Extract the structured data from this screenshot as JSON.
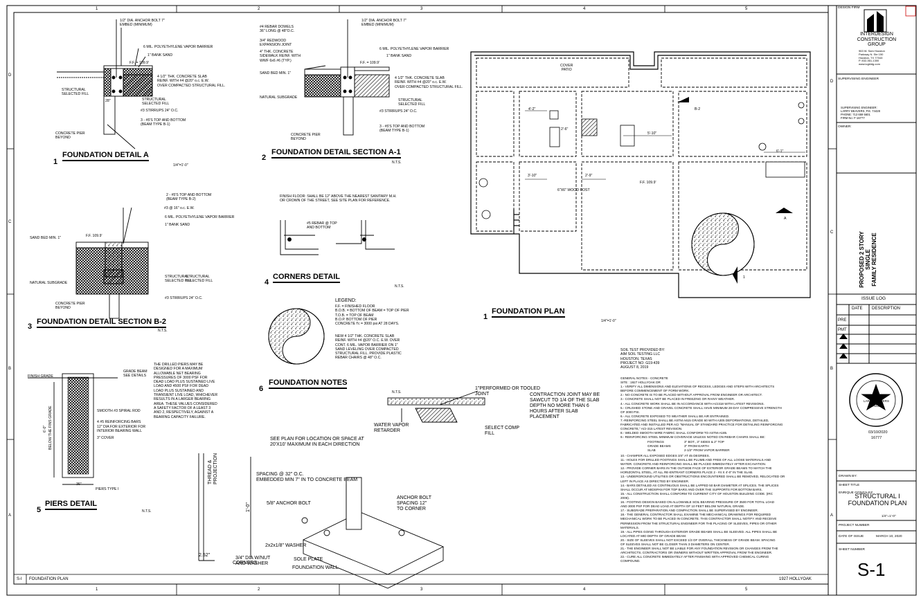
{
  "grid": {
    "columns": [
      "1",
      "2",
      "3",
      "4",
      "5"
    ],
    "rows": [
      "D",
      "C",
      "B",
      "A"
    ]
  },
  "details": {
    "d1": {
      "num": "1",
      "title": "FOUNDATION DETAIL A",
      "scale": "1/4\"=1'-0\"",
      "notes": {
        "bolt": "1/2\" DIA. ANCHOR BOLT 7\"\nEMBED (MINIMUM)",
        "vapor": "6 MIL. POLYETHYLENE VAPOR BARRIER",
        "sand": "1\" BANK SAND",
        "ff": "F.F. = 109.9'",
        "slab": "4 1/2\" THK. CONCRETE SLAB\nREINF. WITH #4 @20\" o.c. E.W.\nOVER COMPACTED STRUCTURAL FILL.",
        "fill": "STRUCTURAL\nSELECTED FILL",
        "fill2": "STRUCTURAL\nSELECTED FILL",
        "stir": "#3 STIRRUPS 24\" O.C.",
        "bars": "3 - #5'S TOP AND BOTTOM\n(BEAM TYPE B-1)",
        "pier": "CONCRETE PIER\nBEYOND",
        "dim": "28\""
      }
    },
    "d2": {
      "num": "2",
      "title": "FOUNDATION DETAIL SECTION A-1",
      "scale": "N.T.S.",
      "notes": {
        "dowel": "#4 REBAR DOWELS\n36\" LONG @ 48\"O.C.",
        "red": "3/4\" REDWOOD\nEXPANSION JOINT",
        "walk": "4\" THK. CONCRETE\nSIDEWALK REINF. WITH\nWWF 6x6 #6 (TYP.)",
        "sandbed": "SAND BED MIN. 1\"",
        "natural": "NATURAL SUBGRADE",
        "bolt": "1/2\" DIA. ANCHOR BOLT 7\"\nEMBED (MINIMUM)",
        "vapor": "6 MIL. POLYETHYLENE VAPOR BARRIER",
        "sand": "1\" BANK SAND",
        "ff": "F.F. = 109.9'",
        "slab": "4 1/2\" THK. CONCRETE SLAB\nREINF. WITH #4 @20\" o.c. E.W.\nOVER COMPACTED STRUCTURAL FILL.",
        "fill": "STRUCTURAL\nSELECTED FILL",
        "stir": "#3 STIRRUPS 24\" O.C.",
        "bars": "3 - #5'S TOP AND BOTTOM\n(BEAM TYPE B-1)",
        "pier": "CONCRETE PIER\nBEYOND"
      }
    },
    "d3": {
      "num": "3",
      "title": "FOUNDATION DETAIL SECTION B-2",
      "scale": "N.T.S.",
      "notes": {
        "bars": "2 - #5'S TOP AND BOTTOM\n(BEAM TYPE B-2)",
        "stirr": "#3 @ 16\" o.c. E.W.",
        "vapor": "6 MIL. POLYETHYLENE VAPOR BARRIER",
        "sand": "1\" BANK SAND",
        "sandbed": "SAND BED MIN. 1\"",
        "ff": "F.F. 109.9'",
        "natural": "NATURAL SUBGRADE",
        "fill": "STRUCTURAL\nSELECTED FILL",
        "fill2": "STRUCTURAL\nSELECTED FILL",
        "stir": "#3 STIRRUPS 24\" O.C.",
        "pier": "CONCRETE PIER\nBEYOND"
      }
    },
    "d4": {
      "num": "4",
      "title": "CORNERS DETAIL",
      "scale": "N.T.S.",
      "notes": {
        "finish": "FINISH FLOOR: SHALL BE 12\" ABOVE THE NEAREST SANITARY M.H.\nOR CROWN OF THE STREET, SEE SITE PLAN FOR REFERENCE.",
        "rebar": "#5 REBAR @ TOP\nAND BOTTOM"
      }
    },
    "d5": {
      "num": "5",
      "title": "PIERS DETAIL",
      "scale": "N.T.S.",
      "notes": {
        "grade": "FINISH GRADE",
        "beam": "GRADE BEAM\nSEE DETAILS",
        "spiral": "SMOOTH #3 SPIRAL ROD",
        "bars": "4 #5 REINFORCING BARS",
        "dia": "12\" DIA FOR EXTERIOR FOR\nINTERIOR BEARING WALL",
        "cover": "3\" COVER",
        "below": "BELOW THE FINS GRADE",
        "dimv": "6'-0\"",
        "dim36": "36\"",
        "type": "PIERS TYPE I",
        "para": "THE DRILLED PIERS MAY BE\nDESIGNED FOR A MAXIMUM\nALLOWABLE NET BEARING\nPRESSURES OF 3000 PSF FOR\nDEAD LOAD PLUS SUSTAINED LIVE\nLOAD AND 4500 PSF FOR DEAD\nLOAD PLUS SUSTAINED AND\nTRANSIENT LIVE LOAD, WHICHEVER\nRESULTS IN A LARGER BEARING\nAREA. THESE VALUES CONSIDERED\nA SAFETY FACTOR OF A LEAST 3\nAND 2, RESPECTIVELY, AGAINST A\nBEARING CAPACITY FAILURE."
      }
    },
    "d6": {
      "num": "6",
      "title": "FOUNDATION NOTES",
      "scale": "N.T.S.",
      "notes": {
        "joint": "1\"PERFORMED OR TOOLED\nJOINT",
        "contraction": "CONTRACTION JOINT MAY BE\nSAWCUT TO 1/4 OF THE SLAB\nDEPTH NO MORE THAN 6\nHOURS AFTER SLAB\nPLACEMENT",
        "vapor": "WATER VAPOR\nRETARDER",
        "fill": "SELECT COMP\nFILL",
        "see": "SEE PLAN FOR LOCATION OR SPACE AT\n20'X10' MAXIMUM IN EACH DIRECTION"
      }
    }
  },
  "legend": {
    "title": "LEGEND:",
    "body": "F.F. = FINISHED FLOOR\nB.O.B. = BOTTOM OF BEAM = TOP OF PIER\nT.O.B. = TOP OF BEAM\nB.O.P. BOTTOM OF PIER\nCONCRETE f'c = 3000 psi AT 28 DAYS.",
    "slab": "NEW 4 1/2\" THK. CONCRETE SLAB\nREINF. WITH #4 @20\" O.C. E.W. OVER\nCONT. 6 MIL. VAPOR BARRIER ON 1\"\nSAND LEVELING OVER COMPACTED\nSTRUCTURAL FILL. PROVIDE PLASTIC\nREBAR CHAIRS @ 48\" O.C."
  },
  "anchor": {
    "spacing": "SPACING @ 32\" O.C.\nEMBEDDED MIN 7\" IN TO CONCRETE BEAM",
    "thread": "THREAD &\nPROJECTION",
    "dim": "1'-0\"",
    "dim2": "2.52\"",
    "bolt58": "5/8\" ANCHOR BOLT",
    "washer": "2x2x1/8\" WASHER",
    "dia": "3/4\" DIA W/NUT\nAND WASHER",
    "corners": "CORNERS",
    "sole": "SOLE PLATE",
    "fwall": "FOUNDATION WALL",
    "boltspace": "ANCHOR BOLT\nSPACING 12\"\nTO CORNER"
  },
  "plan": {
    "num": "1",
    "title": "FOUNDATION PLAN",
    "scale": "1/4\"=1'-0\"",
    "cover": "COVER\nPATIO",
    "ff": "F.F. 109.9'",
    "post": "6\"X6\" WOOD POST",
    "dims": [
      "4'-2\"",
      "2'-6\"",
      "5'-10\"",
      "6'-1\"",
      "3'-10\"",
      "2'-9\""
    ],
    "b2": "B-2",
    "a": "A",
    "one": "1"
  },
  "soil": "SOIL TEST PROVIDED BY:\nAIM SOIL TESTING LLC\nHOUSTON, TEXAS\nPROJECT NO: G19-439\nAUGUST 8, 2019",
  "general_notes": "GENERAL NOTES - CONCRETE\nSITE : 1927 HOLLYOAK DR\n1.- VERIFY ALL DIMENSIONS AND ELEVATIONS OF RECESS, LEDGES AND STEPS WITH ARCHITECTS\nBEFORE COMMENCEMENT OF FORM WORK.\n2.- NO CONCRETE IS TO BE PLACED WITHOUT APPROVAL FROM ENGINEER OR ARCHITECT.\n3.- CONCRETE SHALL NOT BE PLACED IN FREEZING OR RAINY WEATHER.\n4.- ALL CONCRETE WORK SHALL BE IN ACCORDANCE WITH ACI318 WITH LATEST REVISIONS.\n5.- CRUSHED STONE AND GRAVEL CONCRETE SHALL HAVE MINIMUM 28-DAY COMPRESSIVE STRENGTH\nOF 3000 PSI.\n6.- ALL CONCRETE EXPOSED TO WEATHER SHALL BE AIR ENTRAINED.\n7.-REINFORCING STEEL SHALL BE ASTM A615 GRADE 60 WITH A305 DEFORMATIONS, DETAILED,\nFABRICATED AND INSTALLED PER ACI \"MANUAL OF STANDARD PRACTICE FOR DETAILING REINFORCING\nCONCRETE,\" ACI-315 LATEST REVISION.\n8.- WELDED SMOOTH WIRE FABRIC SHALL CONFORM TO ASTM-A185.\n9.- REINFORCING STEEL MINIMUM COVERAGE UNLESS NOTED ON REBAR CHAIRS SHALL BE:",
  "coverage": {
    "labels": "FOOTINGS\nGRADE BEAMS\nSLAB",
    "values": "3\" BOT., 3\" SIDES & 2\" TOP\n3\" FROM EARTH\n2-1/2\" FROM VAPOR BARRIER"
  },
  "general_notes_2": "10.- CHAMFER ALL EXPOSED EDGES 3/4\" AT 45 DEGREES.\n11.- HOLES FOR DRILLED FOOTINGS SHALL BE PLUMB AND FREE OF ALL LOOSE MATERIALS AND\nWATER. CONCRETE AND REINFORCING SHALL BE PLACED IMMEDIATELY AFTER EXCAVATION.\n12.- PROVIDE CORNER BARS IN THE OUTSIDE FACE OF EXTERIOR GRADE BEAMS TO MATCH THE\nHORIZONTAL STEEL, AT ALL RE-ENTRANT CORNERS PLACE 2 - #4 X 4'-0\" IN THE SLAB.\n13.- UNDERGROUND UTILITIES OR OBSTRUCTIONS ENCOUNTERED SHALL BE REMOVED, RELOCATED OR\nLEFT IN PLACE AS DIRECTED BY ENGINEER.\n14.- BARS DETAILED AS CONTINUOUS SHALL BE LAPPED 50 BAR DIAMETER AT SPLICES. THE SPLICES\nSHALL OCCUR AT MIDSPAN FOR TOP BARS AND OVER THE SUPPORTS FOR BOTTOM BARS.\n15.- ALL CONSTRUCTION SHALL CONFORM TO CURRENT CITY OF HOUSTON BUILDING CODE. (IRC\n2006).\n16.- FOOTING DESIGN BASED ON ALLOWABLE SOIL BEARING PRESSURE OF 3500 FOR TOTAL LOAD\nAND 3000 PSF FOR DEAD LOAD AT DEPTH OF 10 FEET BELOW NATURAL GRADE.\n17.- SUBGRADE PREPARATION AND COMPACTION SHALL BE SUPERVISED BY ENGINEER.\n18.- THE GENERAL CONTRACTOR SHALL EXAMINE THE MECHANICAL DRAWINGS FOR REQUIRED\nMECHANICAL WORK TO BE PLACED IN CONCRETE. THIS CONTRACTOR SHALL NOTIFY AND RECEIVE\nPERMISSION FROM THE STRUCTURAL ENGINEER FOR THE PLACING OF SLEEVES, PIPES OR OTHER\nMATERIALS.\n19.- ALL PIPES GOING THROUGH EXTERIOR GRADE BEAMS SHALL BE SLEEVED. ALL PIPES SHALL BE\nLOCATED AT MID DEPTH OF GRADE BEAM.\n20.- SIZE OF SLEEVES SHALL NOT EXCEED 1/3 OF OVERALL THICKNESS OF GRADE BEAM. SPACING\nOF SLEEVES SHALL NOT BE CLOSER THAN 3 DIAMETERS ON CENTER.\n21.- THE ENGINEER SHALL NOT BE LIABLE FOR ANY FOUNDATION REVISION OR CHANGES FROM THE\nARCHITECTS, CONTRACTORS OR OWNERS WITHOUT WRITTEN APPROVAL FROM THE ENGINEER.\n22.- CURE ALL CONCRETE IMMEDIATELY AFTER FINISHING WITH APPROVED CHEMICAL CURING\nCOMPOUND.",
  "titleblock": {
    "design_firm": "DESIGN FIRM",
    "firm_name": "INTERDESIGN\nCONSTRUCTION\nGROUP",
    "firm_addr": "963 W. Sam Houston\nParkway N. Ste 150\nHouston, TX 77043\nP. 832-361-1300\nwww.icgbldg.com",
    "supervising": "SUPERVISING ENGINEER",
    "eng_info": "SUPERVISING ENGINEER:\nLARRY BEAVERS, P.E. 74428\nPHONE: 713 659 5601\nFIRM No: F-16777",
    "owner": "OWNER:",
    "project": "PROPOSED 2 STORY SINGLE\nFAMILY RESIDENCE",
    "issue_log": "ISSUE LOG",
    "date_col": "DATE",
    "desc_col": "DESCRIPTION",
    "pre": "PRE",
    "pmt": "PMT",
    "seal_name": "LARRY BEAVERS",
    "seal_no": "74428",
    "seal_date": "03/10/2020",
    "seal_firm": "16777",
    "drawn_by": "DRAWN BY:",
    "drawer": "ENRIQUE GONZALEZ,",
    "sheet_title_lbl": "SHEET TITLE",
    "sheet_title": "STRUCTURAL I\nFOUNDATION PLAN",
    "sheet_scale": "1/4\"=1'-0\"",
    "project_number": "PROJECT NUMBER",
    "date_issue_lbl": "DATE OF ISSUE",
    "date_issue": "MARCH 10, 2020",
    "sheet_number_lbl": "SHEET NUMBER",
    "sheet_number": "S-1"
  },
  "footer": {
    "code": "S-I",
    "label": "FOUNDATION PLAN",
    "address": "1927 HOLLYOAK"
  }
}
